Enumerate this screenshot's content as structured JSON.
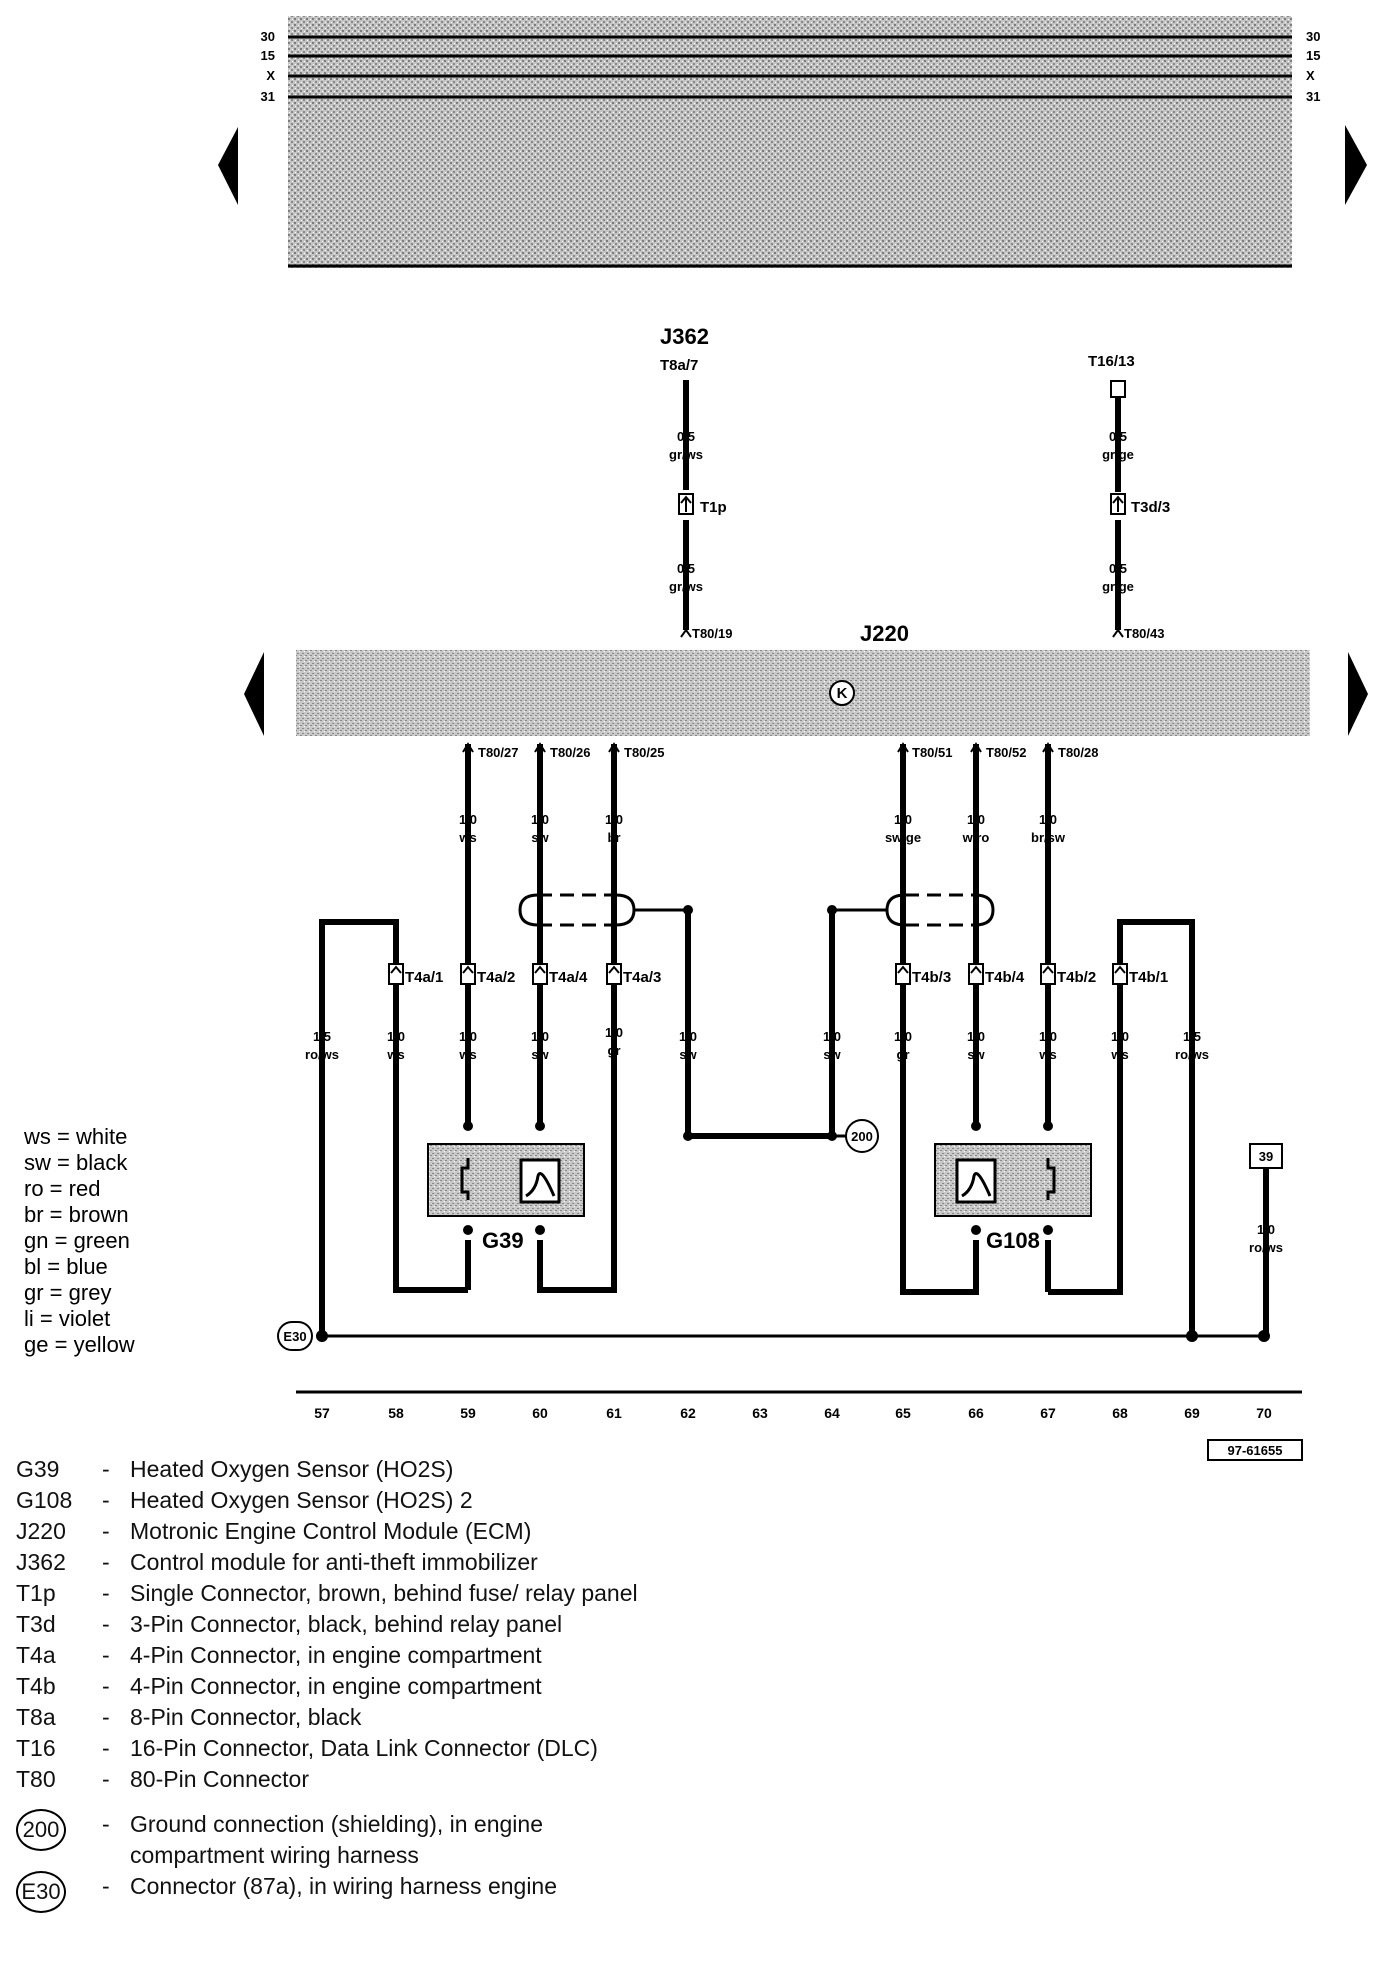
{
  "bus_lines": [
    "30",
    "15",
    "X",
    "31"
  ],
  "modules": {
    "j362": {
      "name": "J362",
      "connector": "T8a/7"
    },
    "t16": {
      "connector": "T16/13"
    },
    "j220": {
      "name": "J220",
      "symbol": "K"
    }
  },
  "top_wires": {
    "left": {
      "gauge": "0,5",
      "color": "gr/ws",
      "connector": "T1p",
      "pin": "T80/19"
    },
    "right": {
      "gauge": "0,5",
      "color": "gr/ge",
      "connector": "T3d/3",
      "pin": "T80/43"
    }
  },
  "ecm_pins_bottom": [
    "T80/27",
    "T80/26",
    "T80/25",
    "T80/51",
    "T80/52",
    "T80/28"
  ],
  "upper_wire_labels": [
    {
      "gauge": "1,0",
      "color": "ws"
    },
    {
      "gauge": "1,0",
      "color": "sw"
    },
    {
      "gauge": "1,0",
      "color": "br"
    },
    {
      "gauge": "1,0",
      "color": "sw/ge"
    },
    {
      "gauge": "1,0",
      "color": "w/ro"
    },
    {
      "gauge": "1,0",
      "color": "br/sw"
    }
  ],
  "connectors_left": [
    "T4a/1",
    "T4a/2",
    "T4a/4",
    "T4a/3"
  ],
  "connectors_right": [
    "T4b/3",
    "T4b/4",
    "T4b/2",
    "T4b/1"
  ],
  "lower_wire_labels": [
    {
      "gauge": "1,5",
      "color": "ro/ws"
    },
    {
      "gauge": "1,0",
      "color": "ws"
    },
    {
      "gauge": "1,0",
      "color": "ws"
    },
    {
      "gauge": "1,0",
      "color": "sw"
    },
    {
      "gauge": "1,0",
      "color": "gr"
    },
    {
      "gauge": "1,0",
      "color": "sw"
    },
    {
      "gauge": "1,0",
      "color": "sw"
    },
    {
      "gauge": "1,0",
      "color": "gr"
    },
    {
      "gauge": "1,0",
      "color": "sw"
    },
    {
      "gauge": "1,0",
      "color": "ws"
    },
    {
      "gauge": "1,0",
      "color": "ws"
    },
    {
      "gauge": "1,5",
      "color": "ro/ws"
    }
  ],
  "sensors": {
    "left": {
      "name": "G39"
    },
    "right": {
      "name": "G108"
    }
  },
  "ground": {
    "code": "200"
  },
  "e30": {
    "code": "E30"
  },
  "ref39": {
    "code": "39",
    "gauge": "1,0",
    "color": "ro/ws"
  },
  "track_numbers": [
    "57",
    "58",
    "59",
    "60",
    "61",
    "62",
    "63",
    "64",
    "65",
    "66",
    "67",
    "68",
    "69",
    "70"
  ],
  "figure_ref": "97-61655",
  "color_key": [
    {
      "code": "ws",
      "name": "white"
    },
    {
      "code": "sw",
      "name": "black"
    },
    {
      "code": "ro",
      "name": "red"
    },
    {
      "code": "br",
      "name": "brown"
    },
    {
      "code": "gn",
      "name": "green"
    },
    {
      "code": "bl",
      "name": "blue"
    },
    {
      "code": "gr",
      "name": "grey"
    },
    {
      "code": "li",
      "name": "violet"
    },
    {
      "code": "ge",
      "name": "yellow"
    }
  ],
  "components": [
    {
      "code": "G39",
      "desc": "Heated Oxygen Sensor (HO2S)"
    },
    {
      "code": "G108",
      "desc": "Heated Oxygen Sensor (HO2S) 2"
    },
    {
      "code": "J220",
      "desc": "Motronic Engine Control Module (ECM)"
    },
    {
      "code": "J362",
      "desc": "Control module for anti-theft immobilizer"
    },
    {
      "code": "T1p",
      "desc": "Single Connector, brown,  behind fuse/ relay panel"
    },
    {
      "code": "T3d",
      "desc": "3-Pin Connector, black, behind relay panel"
    },
    {
      "code": "T4a",
      "desc": "4-Pin Connector, in engine compartment"
    },
    {
      "code": "T4b",
      "desc": "4-Pin Connector, in engine compartment"
    },
    {
      "code": "T8a",
      "desc": "8-Pin Connector, black"
    },
    {
      "code": "T16",
      "desc": "16-Pin Connector, Data Link Connector (DLC)"
    },
    {
      "code": "T80",
      "desc": "80-Pin Connector"
    }
  ],
  "special_components": [
    {
      "code": "200",
      "desc": "Ground connection (shielding), in engine compartment  wiring harness"
    },
    {
      "code": "E30",
      "desc": "Connector (87a), in wiring harness engine"
    }
  ],
  "colors": {
    "ink": "#000000",
    "panel_fill": "#b8b8b8",
    "sensor_fill": "#bdbdbd"
  }
}
